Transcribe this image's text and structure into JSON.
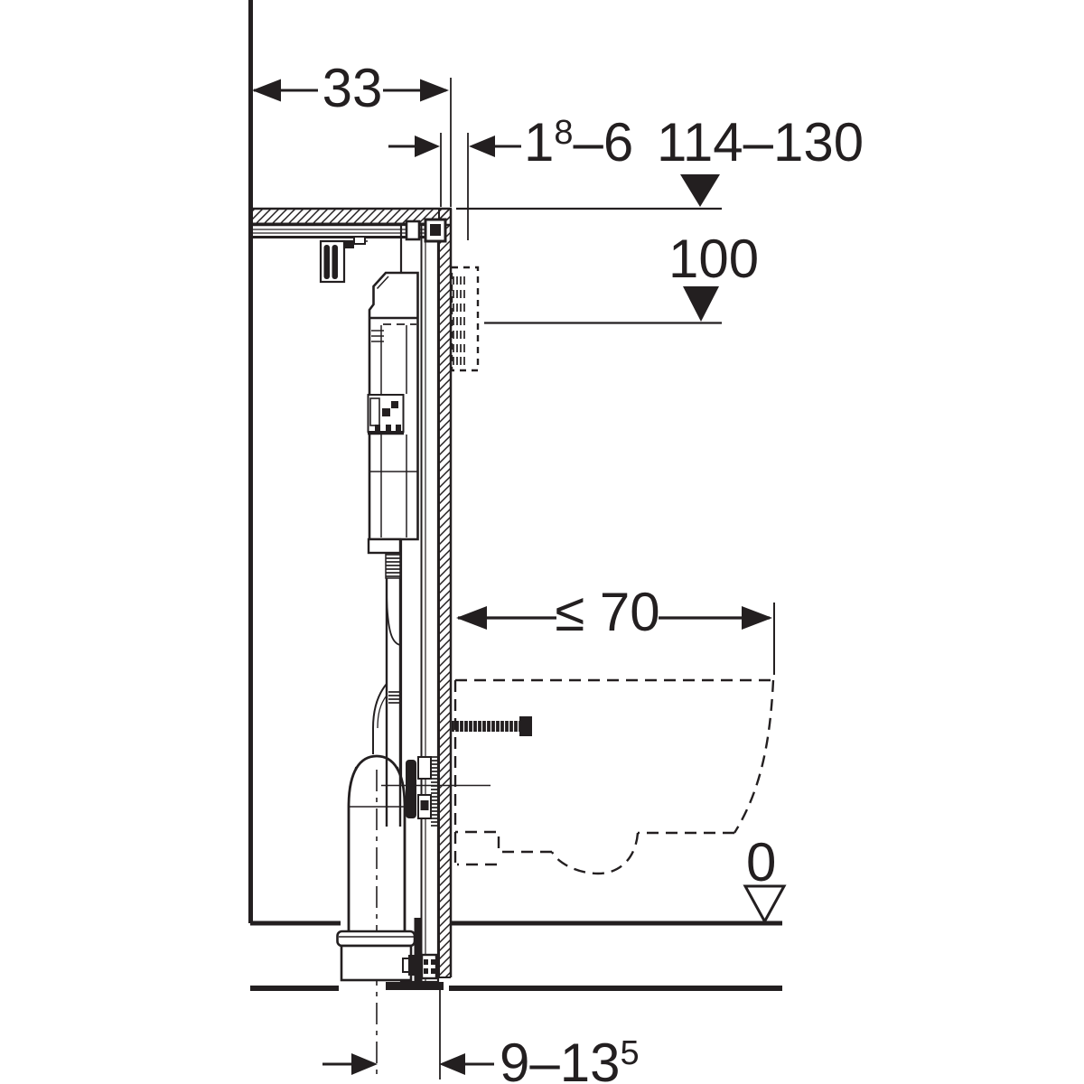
{
  "figure": {
    "background": "#ffffff",
    "ink": "#231f20",
    "dimensions": {
      "frame_depth": "33",
      "cladding_thickness": {
        "base": "1",
        "sup": "8",
        "rest": "–6"
      },
      "top_edge_height": "114–130",
      "actuator_center_height": "100",
      "bowl_depth_max": "≤ 70",
      "finished_floor": "0",
      "outlet_offset": {
        "base": "9–13",
        "sup": "5",
        "rest": ""
      }
    }
  }
}
